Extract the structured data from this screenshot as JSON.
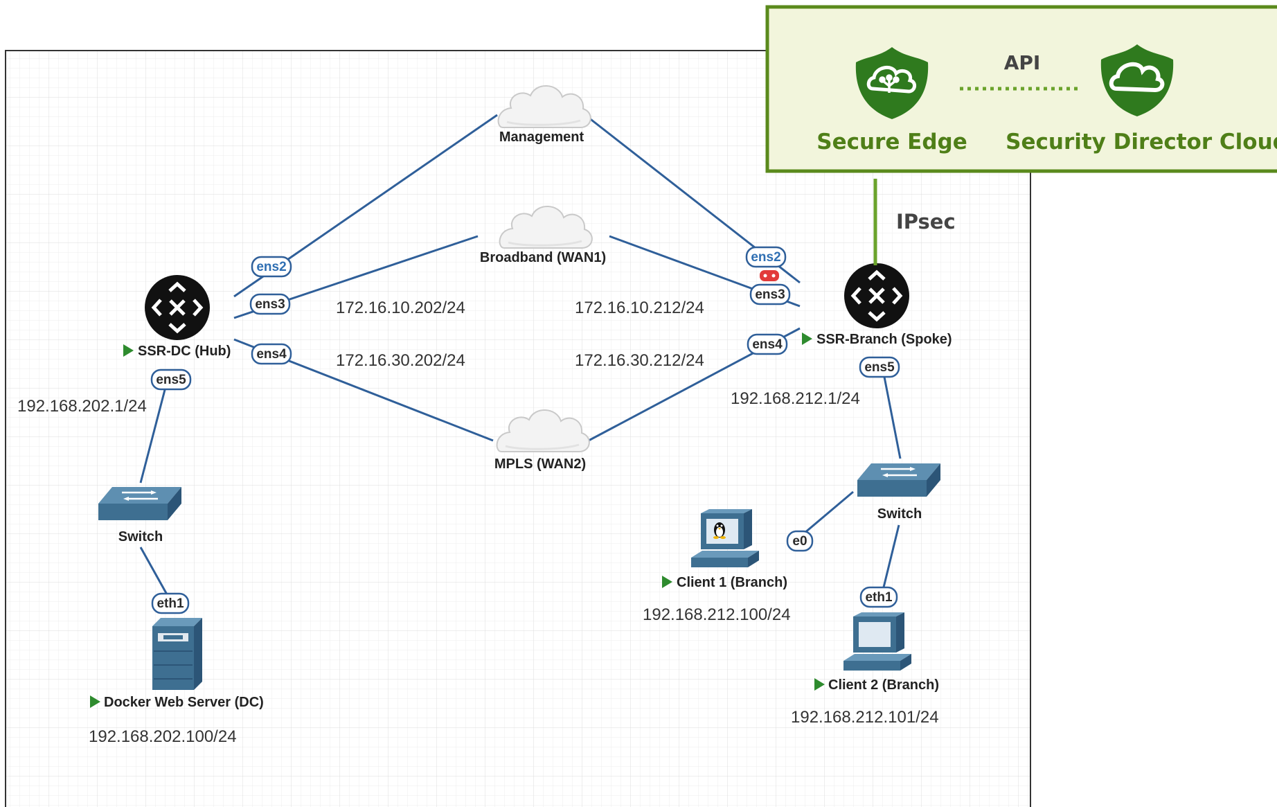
{
  "colors": {
    "link": "#2f5f99",
    "port_text_blue": "#2f6fb3",
    "port_text_dark": "#2a2a2a",
    "play": "#2e8b2e",
    "panel_border": "#5a8a1c",
    "panel_fill": "#f2f5dc",
    "shield": "#2f7a1e",
    "service_text": "#4f7f18"
  },
  "clouds": [
    {
      "id": "mgmt",
      "label": "Management",
      "icon": "cloud-icon"
    },
    {
      "id": "wan1",
      "label": "Broadband (WAN1)",
      "icon": "cloud-icon"
    },
    {
      "id": "wan2",
      "label": "MPLS (WAN2)",
      "icon": "cloud-icon"
    }
  ],
  "nodes": {
    "hub": {
      "label": "SSR-DC (Hub)",
      "icon": "ssr-router-icon"
    },
    "spoke": {
      "label": "SSR-Branch (Spoke)",
      "icon": "ssr-router-icon"
    },
    "switch_dc": {
      "label": "Switch",
      "icon": "switch-icon"
    },
    "switch_branch": {
      "label": "Switch",
      "icon": "switch-icon"
    },
    "server": {
      "label": "Docker Web Server (DC)",
      "icon": "server-icon"
    },
    "client1": {
      "label": "Client 1 (Branch)",
      "icon": "linux-workstation-icon"
    },
    "client2": {
      "label": "Client 2 (Branch)",
      "icon": "workstation-icon"
    }
  },
  "ports": {
    "hub_ens2": "ens2",
    "hub_ens3": "ens3",
    "hub_ens4": "ens4",
    "hub_ens5": "ens5",
    "spoke_ens2": "ens2",
    "spoke_ens3": "ens3",
    "spoke_ens4": "ens4",
    "spoke_ens5": "ens5",
    "server_eth1": "eth1",
    "client1_e0": "e0",
    "client2_eth1": "eth1"
  },
  "ips": {
    "hub_wan1": "172.16.10.202/24",
    "spoke_wan1": "172.16.10.212/24",
    "hub_wan2": "172.16.30.202/24",
    "spoke_wan2": "172.16.30.212/24",
    "hub_lan": "192.168.202.1/24",
    "spoke_lan": "192.168.212.1/24",
    "server": "192.168.202.100/24",
    "client1": "192.168.212.100/24",
    "client2": "192.168.212.101/24"
  },
  "services": {
    "secure_edge": {
      "label": "Secure Edge",
      "icon": "secure-edge-shield-icon"
    },
    "sd_cloud": {
      "label": "Security Director Cloud",
      "icon": "security-director-cloud-shield-icon"
    },
    "api_label": "API",
    "ipsec_label": "IPsec"
  }
}
